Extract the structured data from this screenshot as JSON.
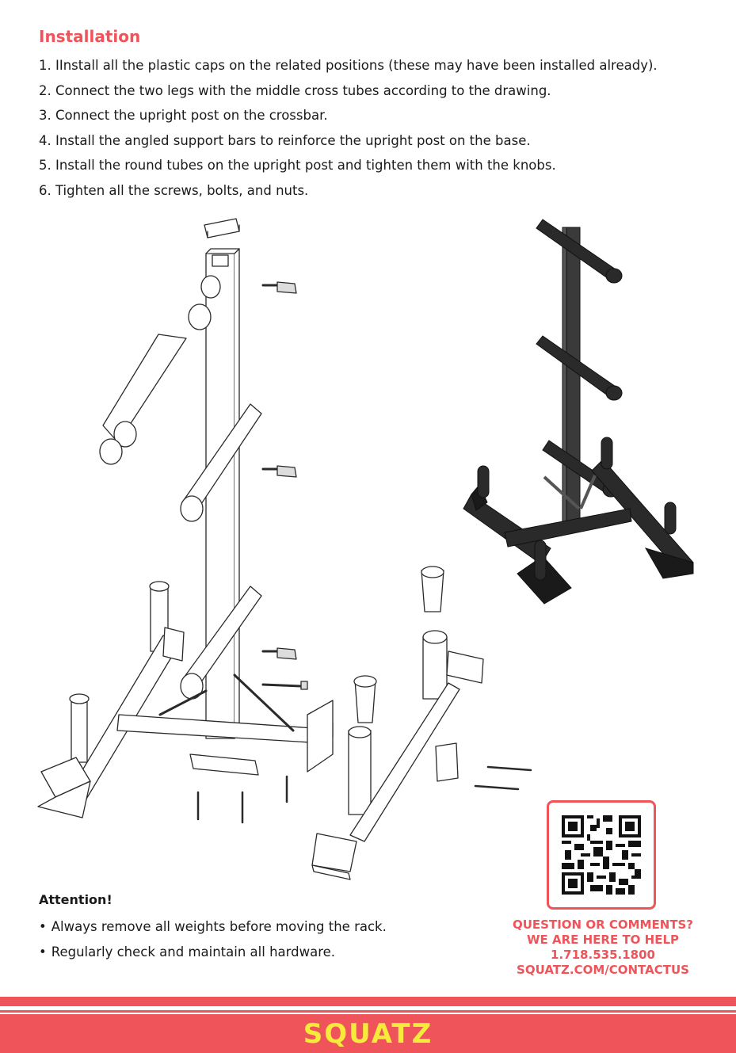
{
  "installation": {
    "title": "Installation",
    "steps": [
      "1. IInstall all the plastic caps on the related positions (these may have been installed already).",
      "2. Connect the two legs with the middle cross tubes according to the drawing.",
      "3. Connect the upright post on the crossbar.",
      "4. Install the angled support bars to reinforce the upright post on the base.",
      "5. Install the round tubes on the upright post and tighten them with the knobs.",
      "6. Tighten all the screws, bolts, and nuts."
    ]
  },
  "attention": {
    "title": "Attention!",
    "notes": [
      "Always remove all weights before moving the rack.",
      "Regularly check and maintain all hardware."
    ]
  },
  "contact": {
    "line1": "QUESTION OR COMMENTS?",
    "line2": "WE ARE HERE TO HELP",
    "phone": "1.718.535.1800",
    "url": "SQUATZ.COM/CONTACTUS"
  },
  "footer": {
    "brand": "SQUATZ"
  },
  "colors": {
    "accent": "#ee545a",
    "brand_text": "#f6ea3a",
    "text": "#1a1a1a"
  },
  "icons": [
    "exploded-assembly-drawing",
    "assembled-rack-photo",
    "qr-code"
  ]
}
